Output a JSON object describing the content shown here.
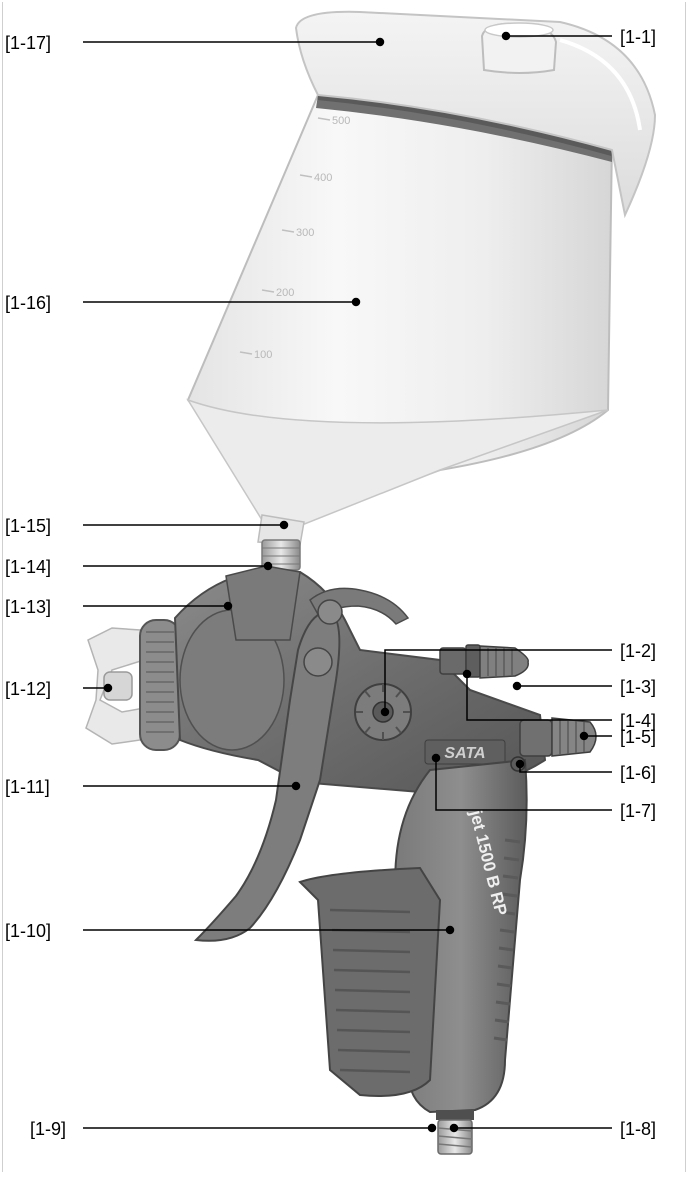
{
  "figure": {
    "brand_text": "SATA",
    "model_text": "jet 1500 B RP",
    "cup_scale": [
      "500",
      "400",
      "300",
      "200",
      "100"
    ]
  },
  "callouts": {
    "c1": "[1-1]",
    "c2": "[1-2]",
    "c3": "[1-3]",
    "c4": "[1-4]",
    "c5": "[1-5]",
    "c6": "[1-6]",
    "c7": "[1-7]",
    "c8": "[1-8]",
    "c9": "[1-9]",
    "c10": "[1-10]",
    "c11": "[1-11]",
    "c12": "[1-12]",
    "c13": "[1-13]",
    "c14": "[1-14]",
    "c15": "[1-15]",
    "c16": "[1-16]",
    "c17": "[1-17]"
  }
}
